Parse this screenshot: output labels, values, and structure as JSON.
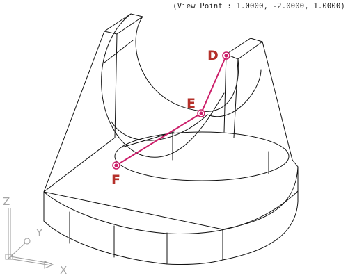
{
  "view_point_text": "(View Point : 1.0000, -2.0000, 1.0000)",
  "colors": {
    "path": "#cc1f6a",
    "point_label": "#b5302a",
    "wireframe": "#111111",
    "axis_icon": "#9a9a9a"
  },
  "points": {
    "d": {
      "label": "D"
    },
    "e": {
      "label": "E"
    },
    "f": {
      "label": "F"
    }
  },
  "ucs_icon": {
    "x_label": "X",
    "y_label": "Y",
    "z_label": "Z"
  }
}
